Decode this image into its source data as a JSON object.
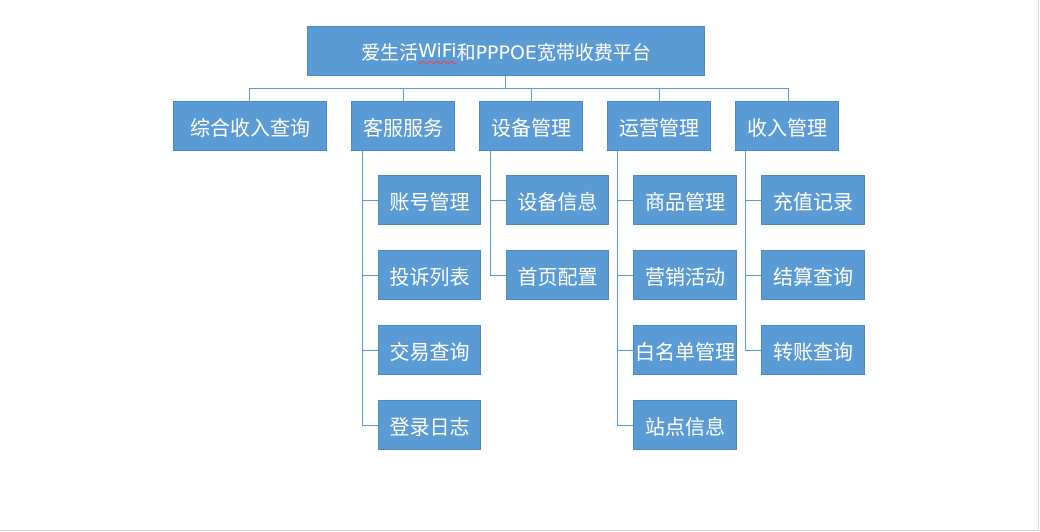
{
  "title": {
    "prefix": "爱生活",
    "highlight": "WiFi",
    "suffix": "和PPPOE宽带收费平台"
  },
  "categories": [
    {
      "label": "综合收入查询",
      "children": []
    },
    {
      "label": "客服服务",
      "children": [
        "账号管理",
        "投诉列表",
        "交易查询",
        "登录日志"
      ]
    },
    {
      "label": "设备管理",
      "children": [
        "设备信息",
        "首页配置"
      ]
    },
    {
      "label": "运营管理",
      "children": [
        "商品管理",
        "营销活动",
        "白名单管理",
        "站点信息"
      ]
    },
    {
      "label": "收入管理",
      "children": [
        "充值记录",
        "结算查询",
        "转账查询"
      ]
    }
  ],
  "colors": {
    "box_fill": "#5b9bd5",
    "box_text": "#ffffff",
    "connector": "#5b9bd5",
    "spellcheck_underline": "#ff3b30"
  }
}
